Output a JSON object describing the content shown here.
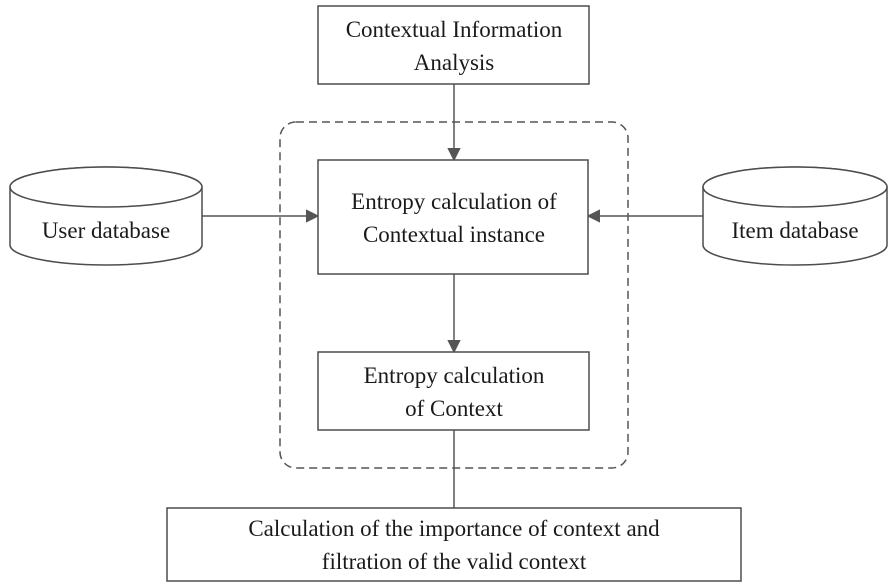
{
  "nodes": {
    "contextual_analysis": {
      "lines": [
        "Contextual Information",
        "Analysis"
      ]
    },
    "entropy_instance": {
      "lines": [
        "Entropy calculation of",
        "Contextual instance"
      ]
    },
    "entropy_context": {
      "lines": [
        "Entropy calculation",
        "of Context"
      ]
    },
    "importance": {
      "lines": [
        "Calculation of the importance of context and",
        "filtration of the valid context"
      ]
    },
    "user_db": {
      "label": "User database"
    },
    "item_db": {
      "label": "Item database"
    }
  },
  "colors": {
    "stroke": "#4d4d4d",
    "text": "#1a1a1a"
  }
}
